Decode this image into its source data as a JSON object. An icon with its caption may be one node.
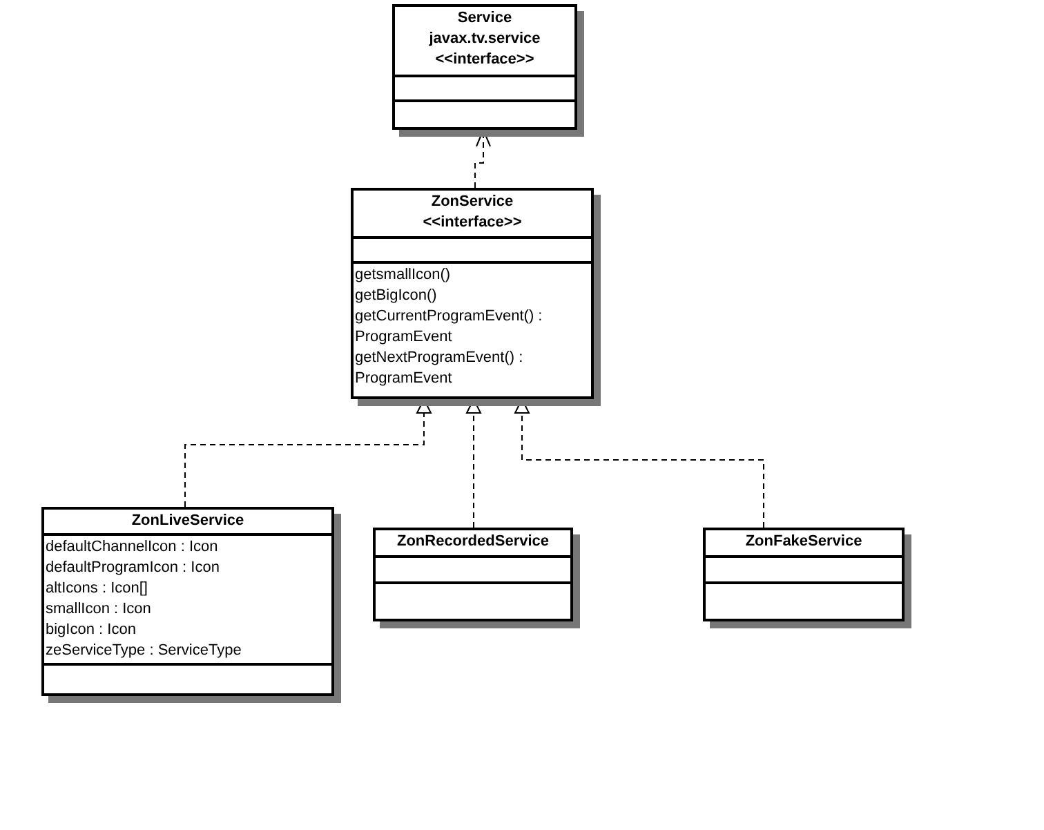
{
  "diagram": {
    "nodes": [
      {
        "text": [
          "Service",
          "javax.tv.service",
          "<<interface>>"
        ]
      },
      {
        "text": [
          "ZonService",
          "<<interface>>",
          "getsmallIcon()",
          "getBigIcon()",
          "getCurrentProgramEvent() : ProgramEvent",
          "getNextProgramEvent() : ProgramEvent"
        ]
      },
      {
        "text": [
          "ZonLiveService",
          "defaultChannelIcon : Icon",
          "defaultProgramIcon : Icon",
          "altIcons : Icon[]",
          "smallIcon : Icon",
          "bigIcon : Icon",
          "zeServiceType : ServiceType"
        ]
      },
      {
        "text": [
          "ZonRecordedService"
        ]
      },
      {
        "text": [
          "ZonFakeService"
        ]
      }
    ],
    "edges": [
      {
        "from": 1,
        "to": 0,
        "arrow": "to",
        "style": "dashed"
      },
      {
        "from": 2,
        "to": 1,
        "arrow": "to",
        "style": "dashed"
      },
      {
        "from": 3,
        "to": 1,
        "arrow": "to",
        "style": "dashed"
      },
      {
        "from": 4,
        "to": 1,
        "arrow": "to",
        "style": "dashed"
      }
    ]
  }
}
